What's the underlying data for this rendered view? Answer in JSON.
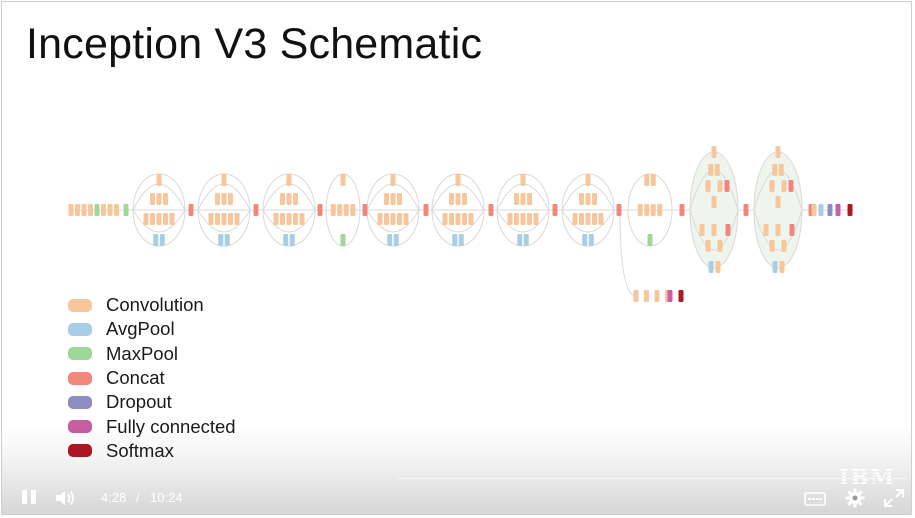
{
  "slide": {
    "title": "Inception V3 Schematic"
  },
  "legend": {
    "items": [
      {
        "label": "Convolution",
        "color": "#f7c69a"
      },
      {
        "label": "AvgPool",
        "color": "#a8cde4"
      },
      {
        "label": "MaxPool",
        "color": "#9fd79a"
      },
      {
        "label": "Concat",
        "color": "#f0877a"
      },
      {
        "label": "Dropout",
        "color": "#8f8cc4"
      },
      {
        "label": "Fully connected",
        "color": "#c85ea3"
      },
      {
        "label": "Softmax",
        "color": "#b01724"
      }
    ]
  },
  "player": {
    "time_current": "4:28",
    "time_separator": "/",
    "time_total": "10:24",
    "brand": "IBM",
    "icons": [
      "pause-icon",
      "volume-icon",
      "closed-captions-icon",
      "gear-icon",
      "fullscreen-icon"
    ]
  }
}
